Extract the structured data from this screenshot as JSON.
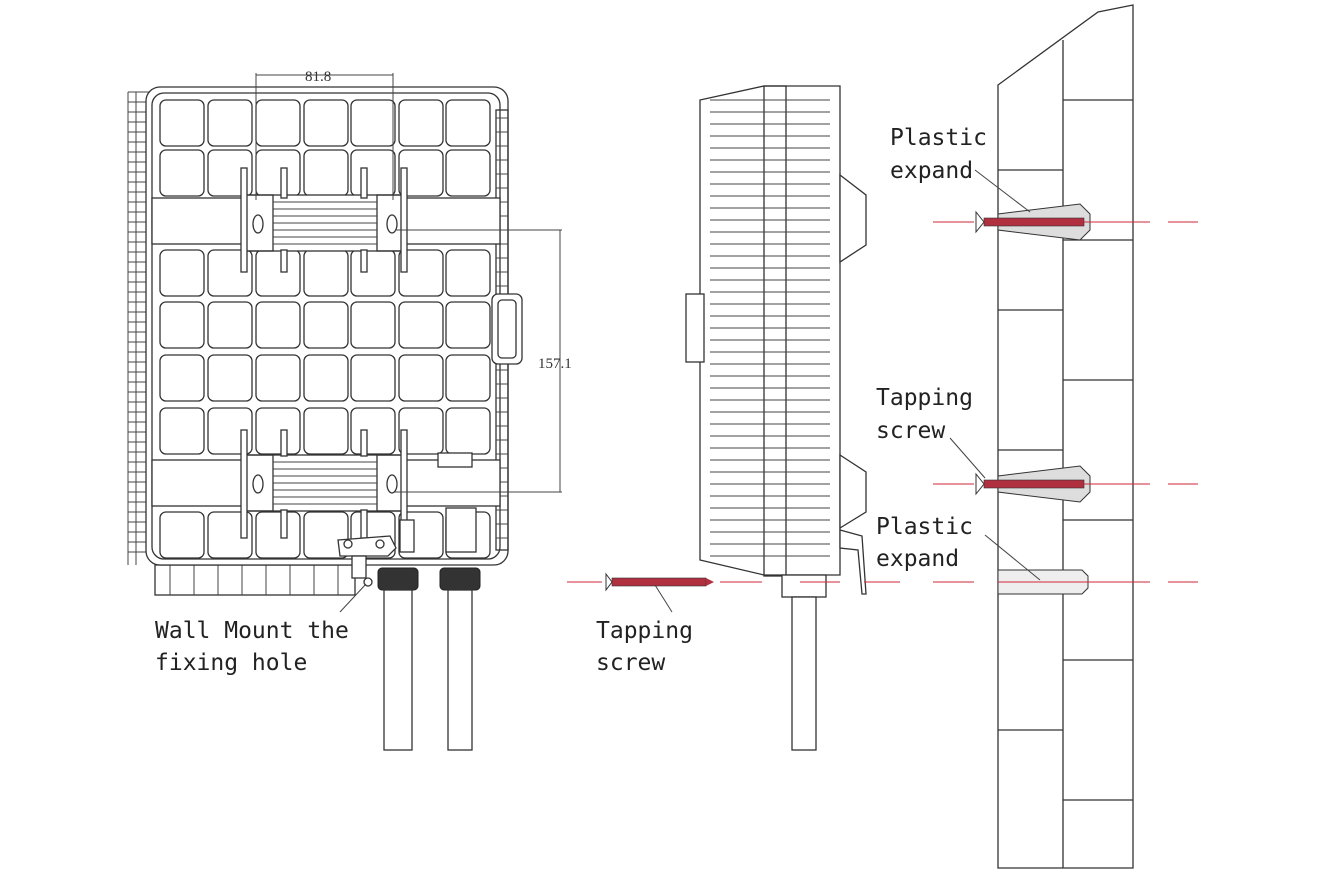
{
  "dimensions": {
    "width_dim": "81.8",
    "height_dim": "157.1"
  },
  "labels": {
    "wall_mount": [
      "Wall Mount the",
      "fixing hole"
    ],
    "tapping_screw_side": [
      "Tapping",
      "screw"
    ],
    "plastic_expand_top": [
      "Plastic",
      "expand"
    ],
    "tapping_screw_wall": [
      "Tapping",
      "screw"
    ],
    "plastic_expand_bottom": [
      "Plastic",
      "expand"
    ]
  },
  "colors": {
    "line": "#333333",
    "centerline": "#d0263a",
    "screw_thread": "#b03040"
  }
}
